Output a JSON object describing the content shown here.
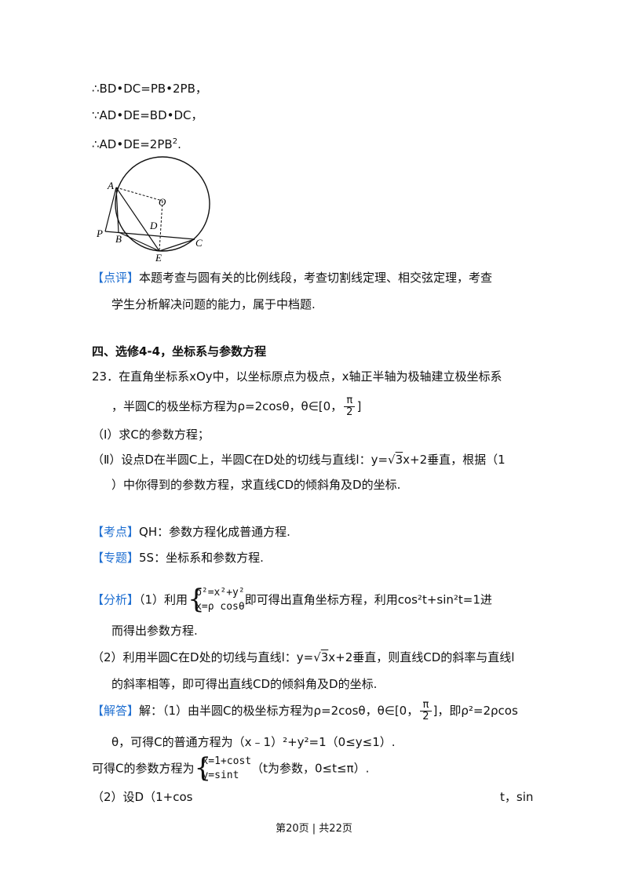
{
  "proof": {
    "l1": "∴BD•DC=PB•2PB，",
    "l2": "∵AD•DE=BD•DC，",
    "l3_a": "∴AD•DE=2PB",
    "l3_sup": "2",
    "l3_b": "."
  },
  "figure": {
    "labels": {
      "A": "A",
      "O": "O",
      "D": "D",
      "P": "P",
      "B": "B",
      "C": "C",
      "E": "E"
    }
  },
  "review": {
    "tag": "【点评】",
    "text1": "本题考查与圆有关的比例线段，考查切割线定理、相交弦定理，考查",
    "text2": "学生分析解决问题的能力，属于中档题."
  },
  "section_title": "四、选修4-4，坐标系与参数方程",
  "problem": {
    "line1": "23．在直角坐标系xOy中，以坐标原点为极点，x轴正半轴为极轴建立极坐标系",
    "line2_a": "，半圆C的极坐标方程为ρ=2cosθ，θ∈[0，",
    "frac_num": "π",
    "frac_den": "2",
    "line2_b": "]",
    "part1": "（Ⅰ）求C的参数方程；",
    "part2_a": "（Ⅱ）设点D在半圆C上，半圆C在D处的切线与直线l：y=",
    "part2_sqrt": "3",
    "part2_b": "x+2垂直，根据（1",
    "part2_c": "）中你得到的参数方程，求直线CD的倾斜角及D的坐标."
  },
  "kaodian": {
    "tag": "【考点】",
    "text": "QH：参数方程化成普通方程."
  },
  "zhuanti": {
    "tag": "【专题】",
    "text": "5S：坐标系和参数方程."
  },
  "fenxi": {
    "tag": "【分析】",
    "text_a": "（1）利用",
    "sys_l1": "ρ²=x²+y²",
    "sys_l2": "x=ρ cosθ",
    "text_b": "即可得出直角坐标方程，利用cos²t+sin²t=1进",
    "text_c": "而得出参数方程.",
    "text_d": "（2）利用半圆C在D处的切线与直线l：y=",
    "sqrt": "3",
    "text_e": "x+2垂直，则直线CD的斜率与直线l",
    "text_f": "的斜率相等，即可得出直线CD的倾斜角及D的坐标."
  },
  "jieda": {
    "tag": "【解答】",
    "text_a": "解：（1）由半圆C的极坐标方程为ρ=2cosθ，θ∈[0，",
    "frac_num": "π",
    "frac_den": "2",
    "text_b": "]，即ρ²=2ρcos",
    "text_c": "θ，可得C的普通方程为（x﹣1）²+y²=1（0≤y≤1）.",
    "text_d": "可得C的参数方程为",
    "sys_l1": "x=1+cost",
    "sys_l2": "y=sint",
    "text_e": "（t为参数，0≤t≤π）.",
    "text_f": "（2）设D（1+cos",
    "text_g": "t，sin"
  },
  "footer": "第20页 | 共22页"
}
